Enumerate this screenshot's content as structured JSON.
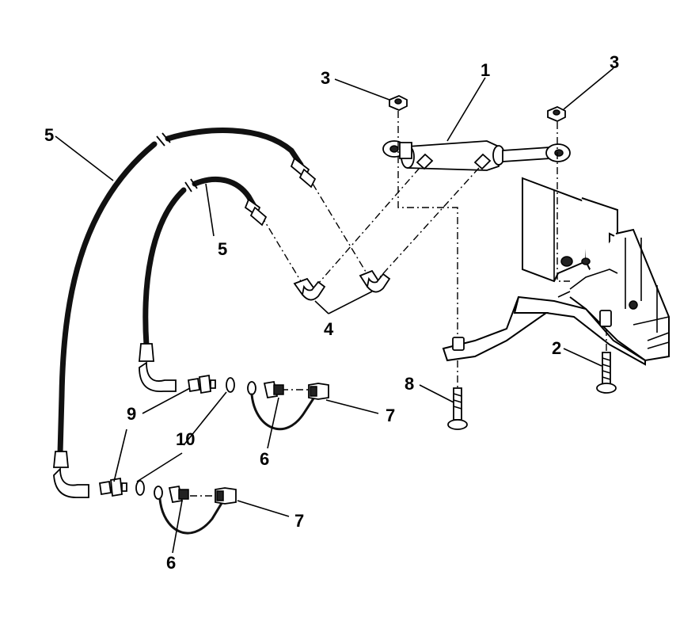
{
  "callouts": {
    "c1": "1",
    "c2": "2",
    "c3a": "3",
    "c3b": "3",
    "c4": "4",
    "c5a": "5",
    "c5b": "5",
    "c6a": "6",
    "c6b": "6",
    "c7a": "7",
    "c7b": "7",
    "c8": "8",
    "c9": "9",
    "c10": "10"
  }
}
